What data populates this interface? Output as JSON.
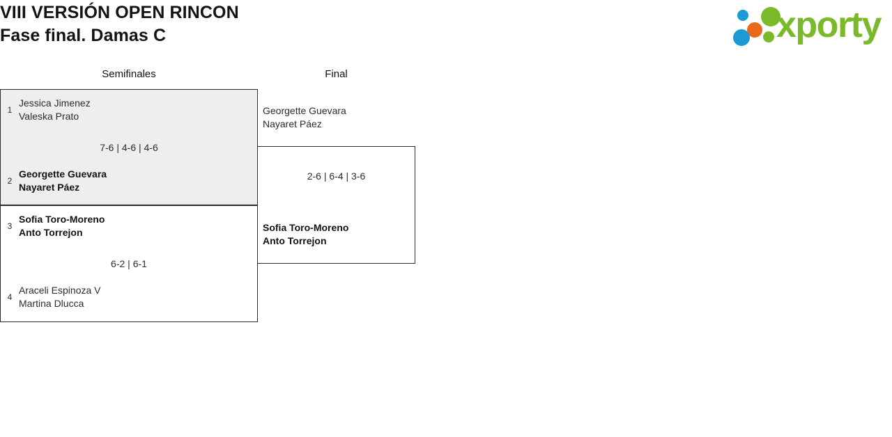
{
  "header": {
    "title_line1": "VIII VERSIÓN OPEN RINCON",
    "title_line2": "Fase final. Damas C",
    "logo_word": "xporty",
    "logo_colors": {
      "green": "#7ab929",
      "blue": "#1b9ad6",
      "orange": "#e8691a"
    }
  },
  "rounds": [
    {
      "label": "Semifinales"
    },
    {
      "label": "Final"
    }
  ],
  "bracket": {
    "semifinal_1": {
      "highlighted": true,
      "team_top": {
        "seed": "1",
        "player1": "Jessica Jimenez",
        "player2": "Valeska Prato",
        "winner": false
      },
      "team_bottom": {
        "seed": "2",
        "player1": "Georgette Guevara",
        "player2": "Nayaret Páez",
        "winner": true
      },
      "score": "7-6 | 4-6 | 4-6"
    },
    "semifinal_2": {
      "highlighted": false,
      "team_top": {
        "seed": "3",
        "player1": "Sofia Toro-Moreno",
        "player2": "Anto Torrejon",
        "winner": true
      },
      "team_bottom": {
        "seed": "4",
        "player1": "Araceli Espinoza V",
        "player2": "Martina Dlucca",
        "winner": false
      },
      "score": "6-2 | 6-1"
    },
    "final": {
      "highlighted": false,
      "team_top": {
        "seed": "",
        "player1": "Georgette Guevara",
        "player2": "Nayaret Páez",
        "winner": false
      },
      "team_bottom": {
        "seed": "",
        "player1": "Sofia Toro-Moreno",
        "player2": "Anto Torrejon",
        "winner": true
      },
      "score": "2-6 | 6-4 | 3-6"
    }
  }
}
